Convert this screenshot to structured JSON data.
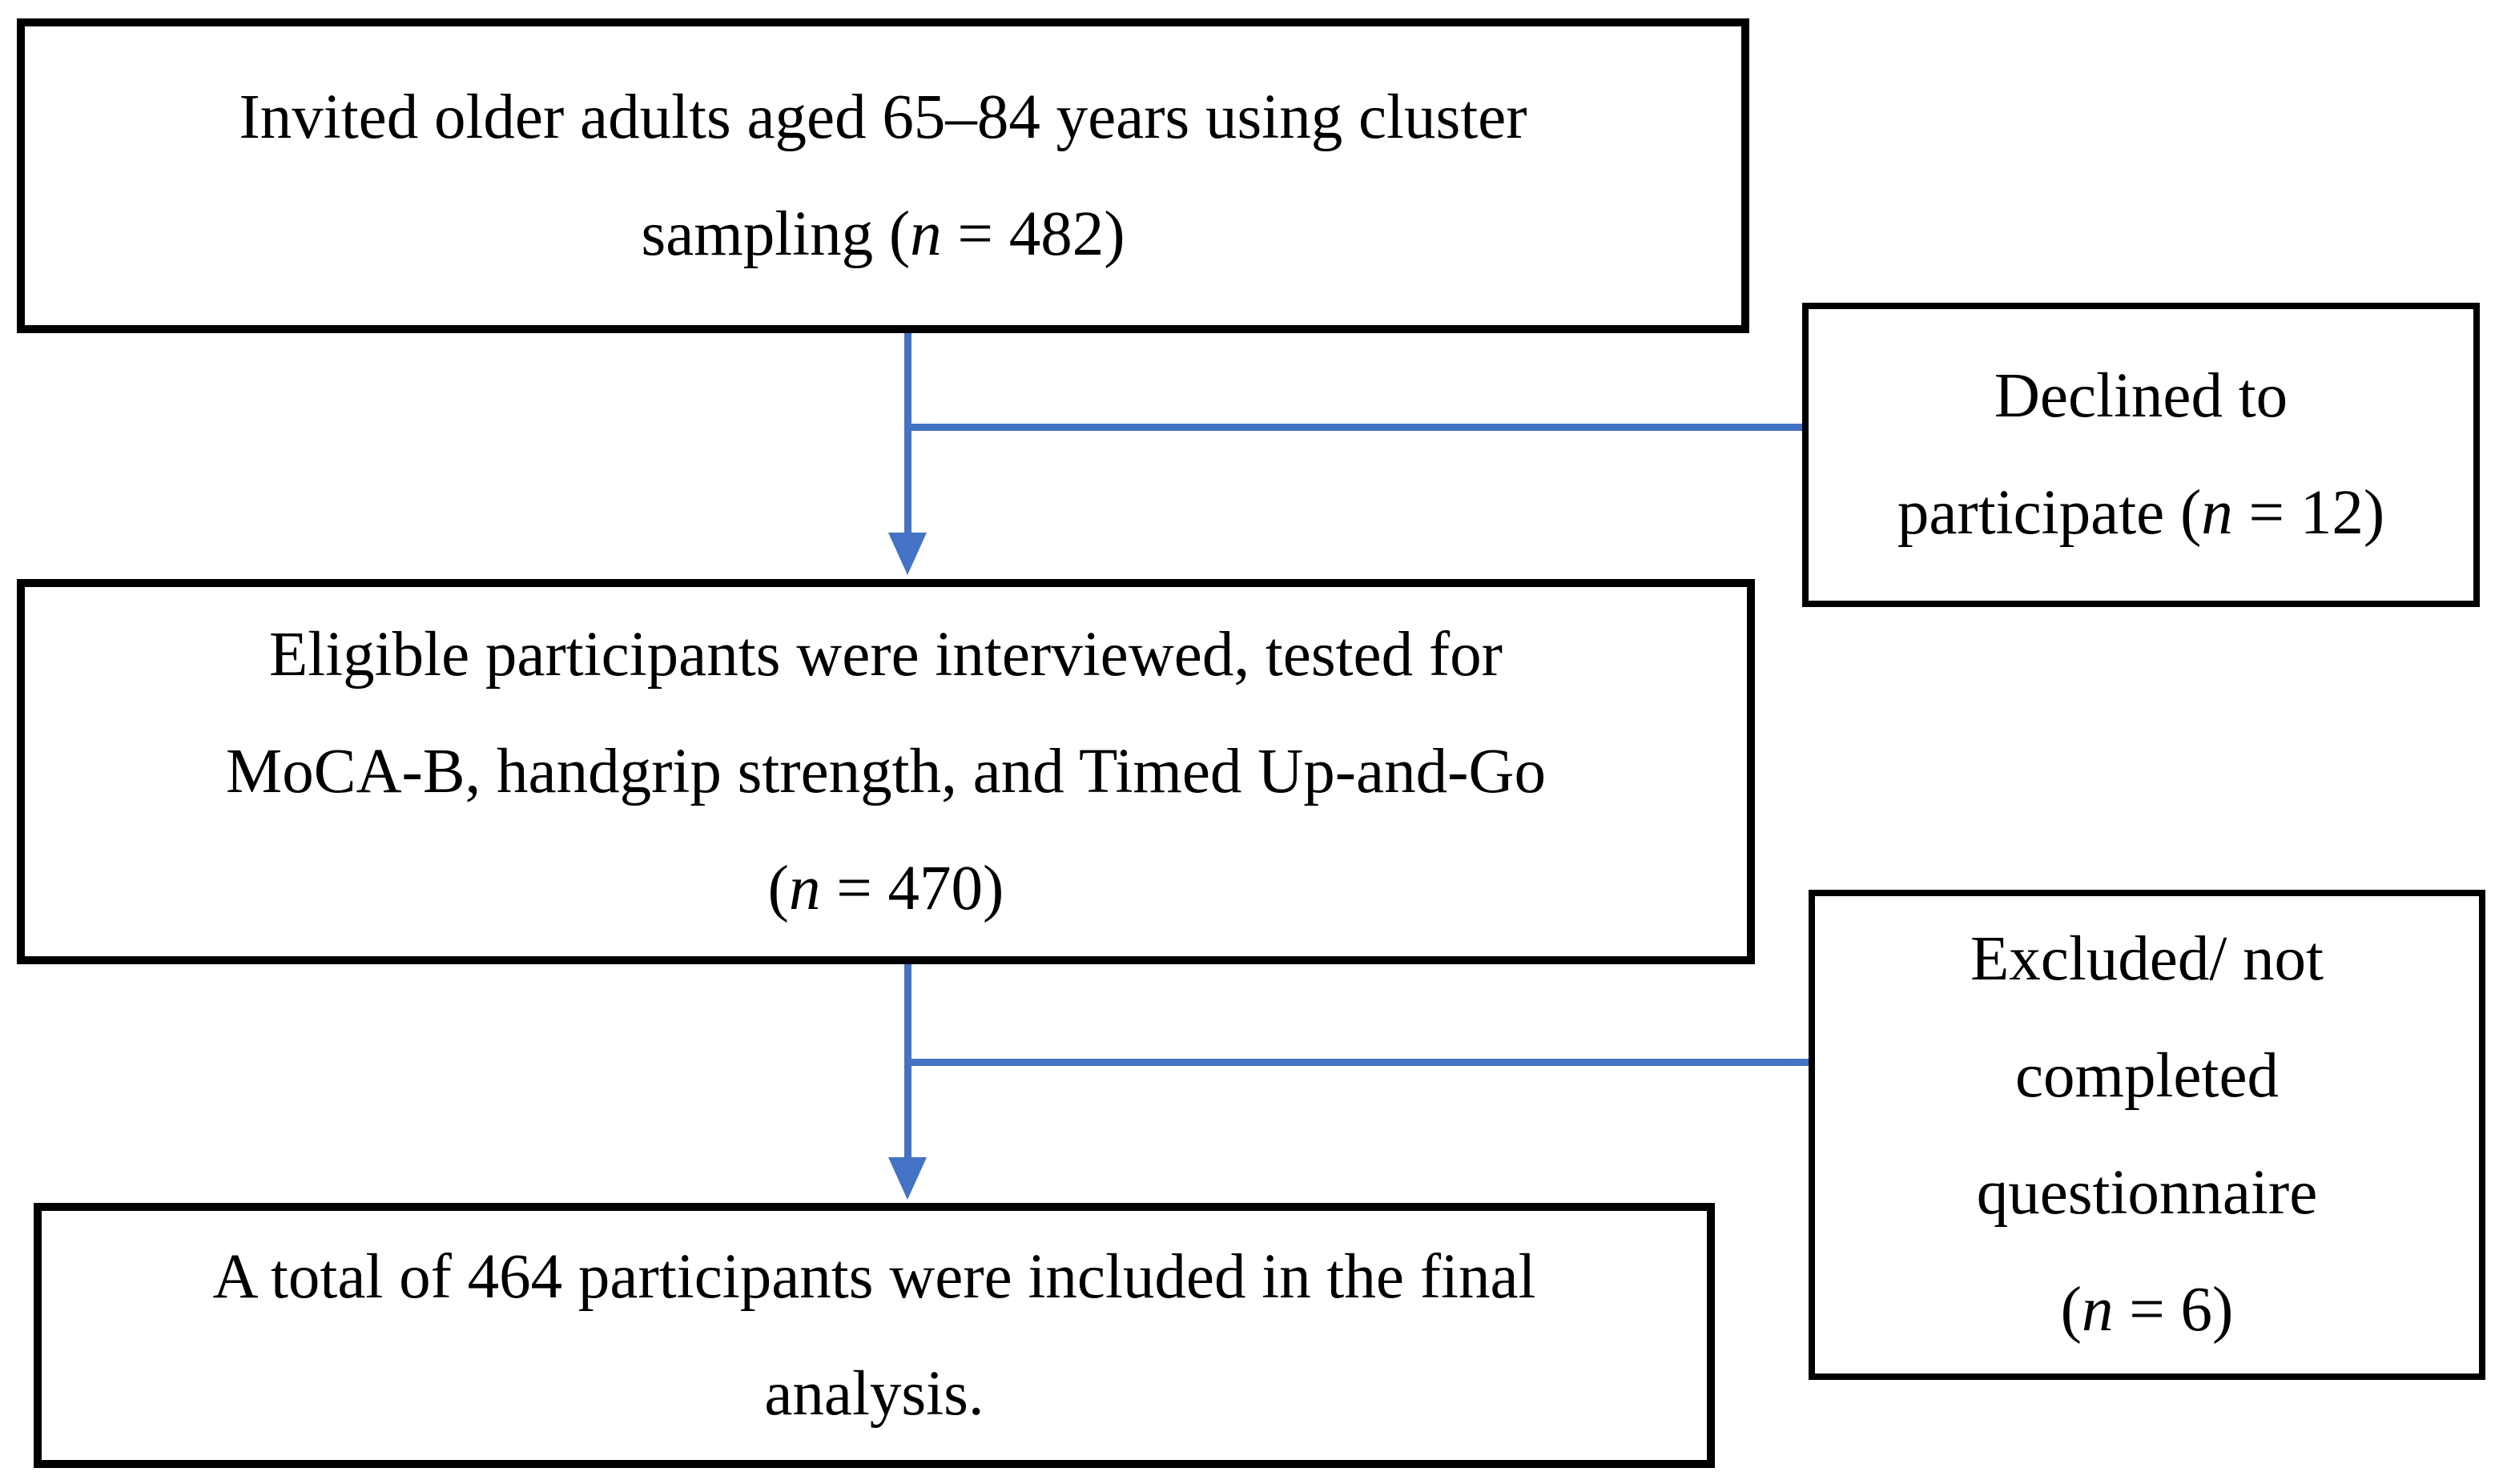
{
  "figure": {
    "description": "Participant recruitment flowchart",
    "background_color": "#ffffff",
    "box_border_color": "#000000",
    "text_color": "#000000",
    "connector_color": "#4472C4"
  },
  "boxes": {
    "invited": {
      "lines": [
        [
          {
            "t": "Invited older adults aged 65–84 years using cluster"
          }
        ],
        [
          {
            "t": "sampling ("
          },
          {
            "t": "n",
            "i": true
          },
          {
            "t": " = 482)"
          }
        ]
      ]
    },
    "declined": {
      "lines": [
        [
          {
            "t": "Declined to"
          }
        ],
        [
          {
            "t": "participate ("
          },
          {
            "t": "n",
            "i": true
          },
          {
            "t": " = 12)"
          }
        ]
      ]
    },
    "eligible": {
      "lines": [
        [
          {
            "t": "Eligible participants were interviewed, tested for"
          }
        ],
        [
          {
            "t": "MoCA-B, handgrip strength, and Timed Up-and-Go"
          }
        ],
        [
          {
            "t": "("
          },
          {
            "t": "n",
            "i": true
          },
          {
            "t": " = 470)"
          }
        ]
      ]
    },
    "excluded": {
      "lines": [
        [
          {
            "t": "Excluded/ not"
          }
        ],
        [
          {
            "t": "completed"
          }
        ],
        [
          {
            "t": "questionnaire"
          }
        ],
        [
          {
            "t": "("
          },
          {
            "t": "n",
            "i": true
          },
          {
            "t": " = 6)"
          }
        ]
      ]
    },
    "final": {
      "lines": [
        [
          {
            "t": "A total of 464 participants were included in the final"
          }
        ],
        [
          {
            "t": "analysis."
          }
        ]
      ]
    }
  },
  "connectors": [
    {
      "from": "invited",
      "to": "eligible",
      "style": "arrow-down"
    },
    {
      "from": "invited",
      "to": "declined",
      "style": "branch-right"
    },
    {
      "from": "eligible",
      "to": "final",
      "style": "arrow-down"
    },
    {
      "from": "eligible",
      "to": "excluded",
      "style": "branch-right"
    }
  ]
}
